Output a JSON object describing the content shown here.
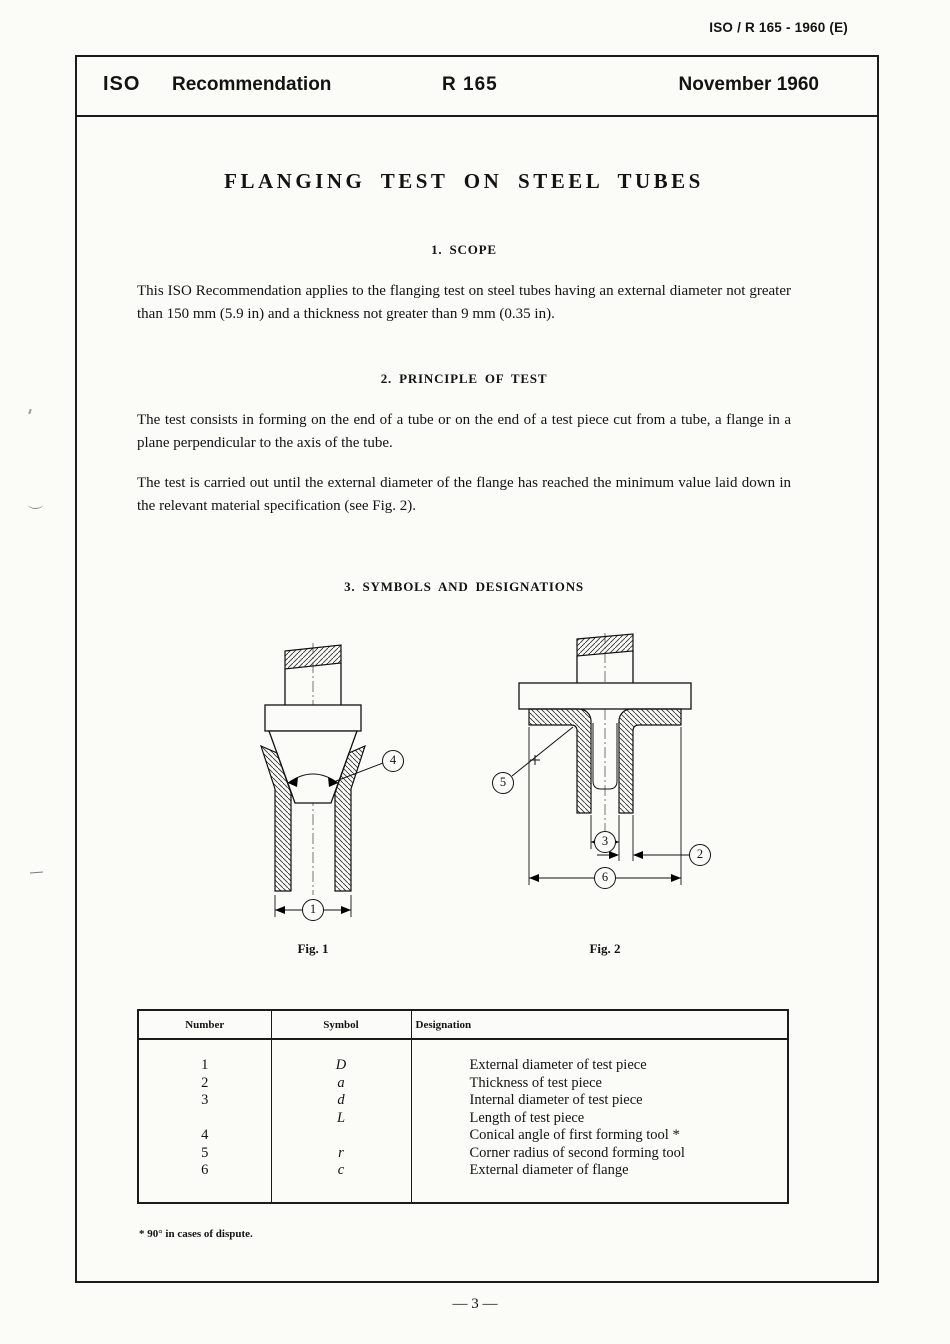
{
  "page": {
    "doc_ref": "ISO / R 165 - 1960 (E)",
    "page_number": "— 3 —"
  },
  "masthead": {
    "org": "ISO",
    "type": "Recommendation",
    "ref": "R 165",
    "date": "November 1960"
  },
  "title": "FLANGING TEST ON STEEL TUBES",
  "sections": {
    "scope": {
      "heading": "1. SCOPE",
      "body": "This ISO Recommendation applies to the flanging test on steel tubes having an external diameter not greater than 150 mm (5.9 in) and a thickness not greater than 9 mm (0.35 in)."
    },
    "principle": {
      "heading": "2. PRINCIPLE OF TEST",
      "para1": "The test consists in forming on the end of a tube or on the end of a test piece cut from a tube, a flange in a plane perpendicular to the axis of the tube.",
      "para2": "The test is carried out until the external diameter of the flange has reached the minimum value laid down in the relevant material specification (see Fig. 2)."
    },
    "symbols": {
      "heading": "3. SYMBOLS AND DESIGNATIONS"
    }
  },
  "figures": {
    "fig1": {
      "caption": "Fig. 1",
      "callouts": {
        "c1": "1",
        "c4": "4"
      }
    },
    "fig2": {
      "caption": "Fig. 2",
      "callouts": {
        "c2": "2",
        "c3": "3",
        "c5": "5",
        "c6": "6"
      }
    }
  },
  "table": {
    "headers": [
      "Number",
      "Symbol",
      "Designation"
    ],
    "rows": [
      {
        "number": "1",
        "symbol": "D",
        "designation": "External diameter of test piece"
      },
      {
        "number": "2",
        "symbol": "a",
        "designation": "Thickness of test piece"
      },
      {
        "number": "3",
        "symbol": "d",
        "designation": "Internal diameter of test piece"
      },
      {
        "number": "",
        "symbol": "L",
        "designation": "Length of test piece"
      },
      {
        "number": "4",
        "symbol": "",
        "designation": "Conical angle of first forming tool *"
      },
      {
        "number": "5",
        "symbol": "r",
        "designation": "Corner radius of second forming tool"
      },
      {
        "number": "6",
        "symbol": "c",
        "designation": "External diameter of flange"
      }
    ],
    "footnote": "* 90° in cases of dispute."
  }
}
